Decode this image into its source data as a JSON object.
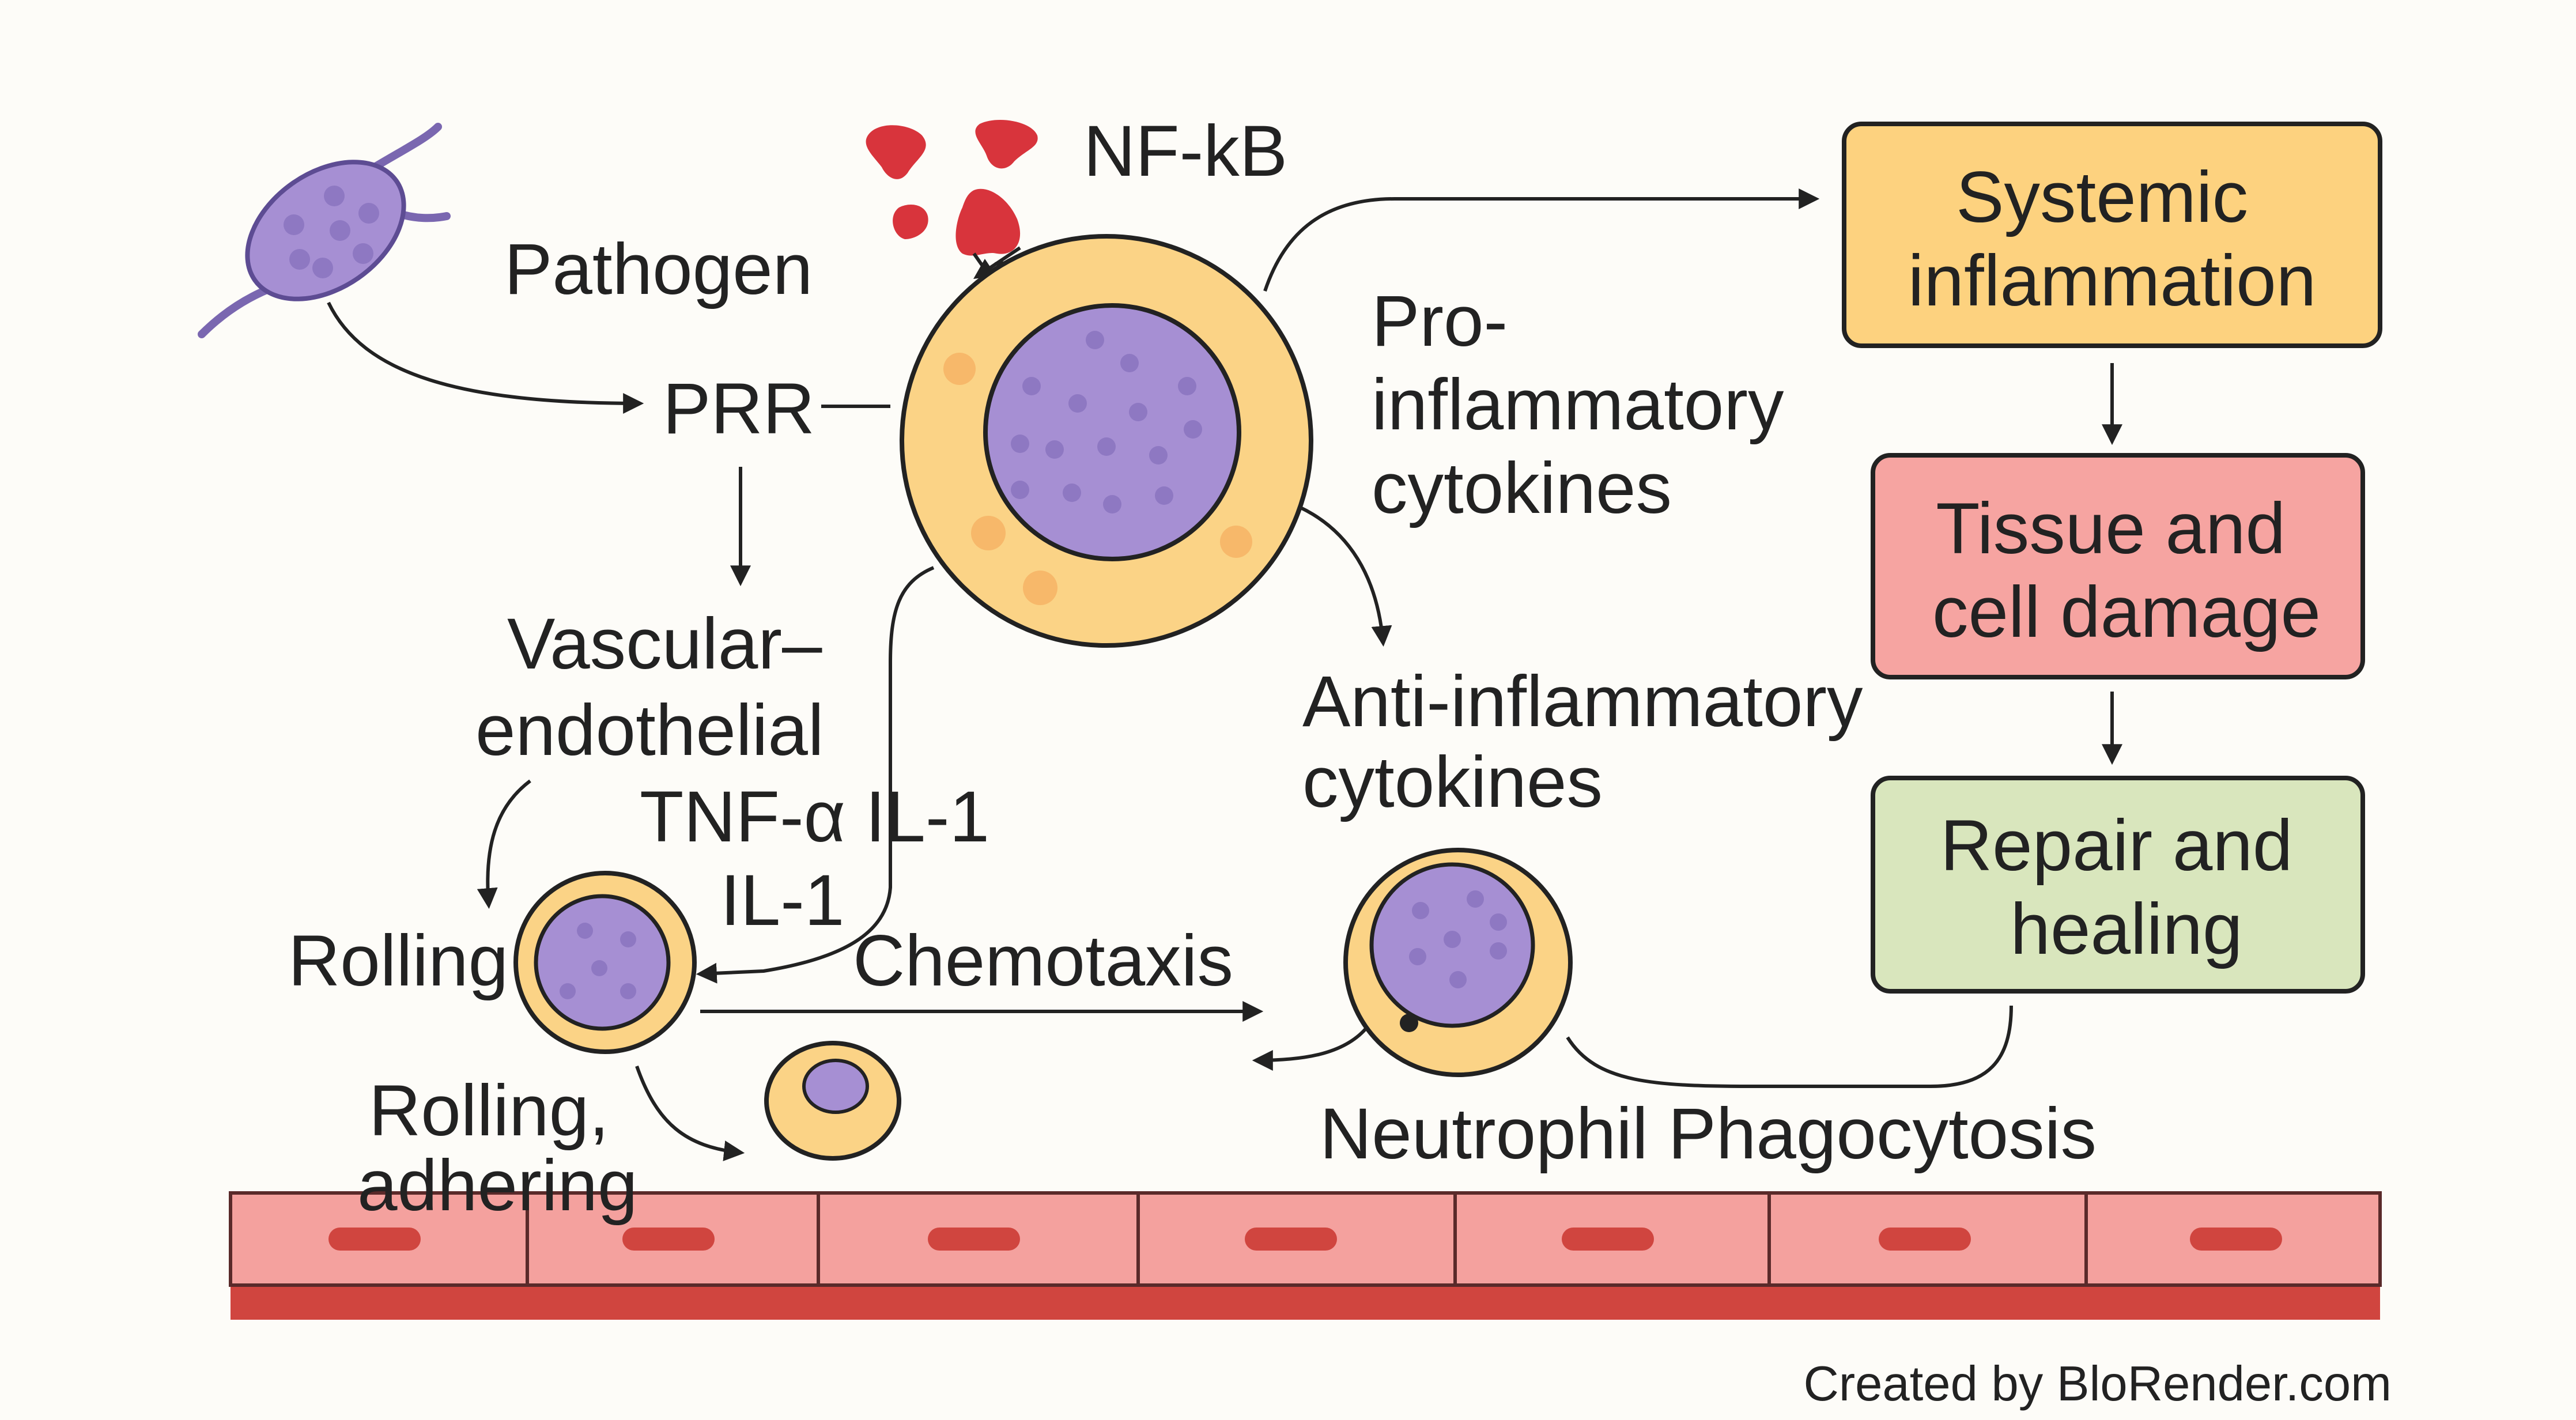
{
  "colors": {
    "background": "#fdfcf8",
    "cell_membrane": "#fbd386",
    "nucleus": "#a68fd3",
    "nucleus_dots": "#8e78c2",
    "nfkb": "#d8343c",
    "systemic_box": "#fdd27f",
    "damage_box": "#f6a4a1",
    "repair_box": "#d9e6bd",
    "vessel": "#f4a19e",
    "vessel_dark": "#d0453f",
    "ink": "#222222"
  },
  "labels": {
    "nfkb": "NF-kB",
    "pathogen": "Pathogen",
    "prr": "PRR",
    "pro_inflammatory": [
      "Pro-",
      "inflammatory",
      "cytokines"
    ],
    "anti_inflammatory": [
      "Anti-inflammatory",
      "cytokines"
    ],
    "vascular": [
      "Vascular–",
      "endothelial"
    ],
    "tnf": [
      "TNF-α IL-1",
      "IL-1"
    ],
    "rolling": "Rolling",
    "chemotaxis": "Chemotaxis",
    "rolling_adhering": [
      "Rolling,",
      "adhering"
    ],
    "neutrophil": "Neutrophil Phagocytosis",
    "credit": "Created by BloRender.com"
  },
  "boxes": {
    "systemic": [
      "Systemic",
      "inflammation"
    ],
    "damage": [
      "Tissue and",
      "cell damage"
    ],
    "repair": [
      "Repair and",
      "healing"
    ]
  }
}
